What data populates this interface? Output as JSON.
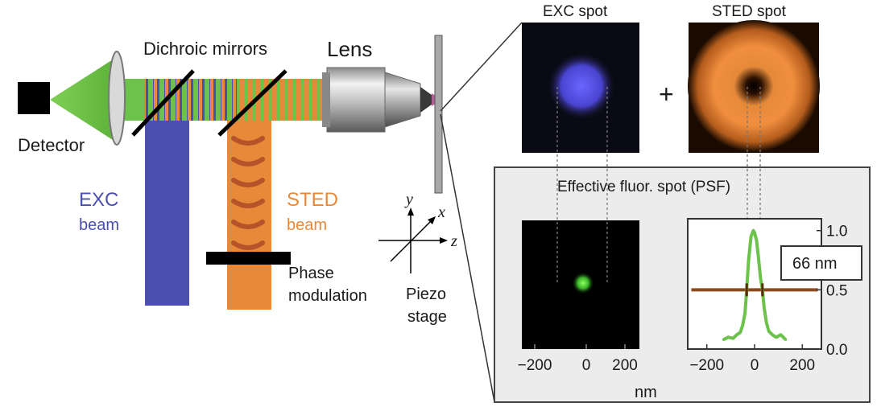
{
  "labels": {
    "detector": "Detector",
    "dichroic": "Dichroic mirrors",
    "lens": "Lens",
    "exc_beam_1": "EXC",
    "exc_beam_2": "beam",
    "sted_beam_1": "STED",
    "sted_beam_2": "beam",
    "phase_1": "Phase",
    "phase_2": "modulation",
    "piezo_1": "Piezo",
    "piezo_2": "stage",
    "axis_x": "x",
    "axis_y": "y",
    "axis_z": "z",
    "exc_spot": "EXC spot",
    "sted_spot": "STED spot",
    "plus": "+",
    "psf_title": "Effective fluor. spot (PSF)",
    "fwhm": "66 nm",
    "xaxis_label": "nm"
  },
  "colors": {
    "exc": "#4b4fb0",
    "sted": "#e8893a",
    "green": "#6cc24a",
    "panel_bg": "#ececec"
  },
  "psf_image_ticks": [
    "−200",
    "0",
    "200"
  ],
  "chart_data": {
    "type": "line",
    "title": "",
    "xlabel": "nm",
    "ylabel": "",
    "xlim": [
      -280,
      280
    ],
    "ylim": [
      0,
      1.1
    ],
    "x_ticks": [
      "−200",
      "0",
      "200"
    ],
    "x_tick_values": [
      -200,
      0,
      200
    ],
    "y_ticks": [
      "1.0",
      "0.5",
      "0.0"
    ],
    "y_tick_values": [
      1.0,
      0.5,
      0.0
    ],
    "series": [
      {
        "x": [
          -130,
          -110,
          -90,
          -75,
          -60,
          -50,
          -40,
          -33,
          -25,
          -15,
          -5,
          0,
          8,
          15,
          25,
          33,
          40,
          50,
          60,
          75,
          90,
          110,
          130
        ],
        "values": [
          0.08,
          0.1,
          0.09,
          0.12,
          0.14,
          0.2,
          0.3,
          0.5,
          0.75,
          0.95,
          1.0,
          0.98,
          0.92,
          0.8,
          0.6,
          0.5,
          0.35,
          0.22,
          0.15,
          0.12,
          0.1,
          0.12,
          0.08
        ]
      }
    ],
    "fwhm_line": {
      "y": 0.5,
      "x_start": -265,
      "x_end": 265,
      "marker_x": [
        -33,
        33
      ]
    }
  }
}
